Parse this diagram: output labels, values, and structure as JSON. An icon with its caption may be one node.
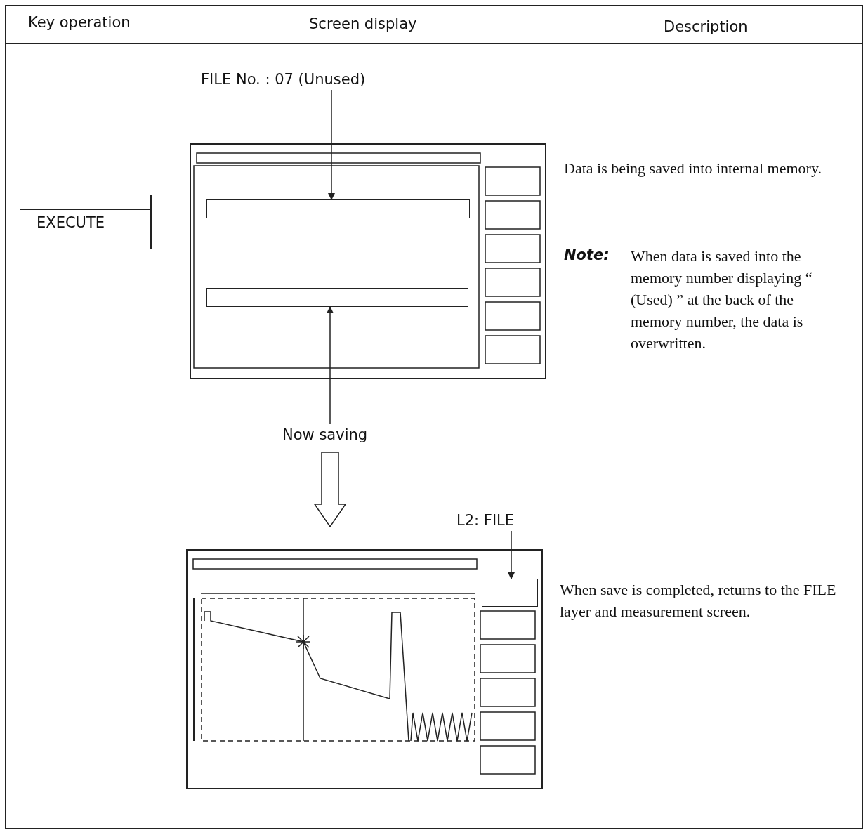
{
  "diagram": {
    "nodes": [
      {
        "text": [
          "FILE No. : 07 (Unused)"
        ]
      },
      {
        "text": [],
        "shape": "box"
      },
      {
        "text": [],
        "shape": "box",
        "in": 1
      },
      {
        "text": [],
        "shape": "box",
        "in": 1
      },
      {
        "text": [
          "Now saving"
        ]
      },
      {
        "text": [],
        "shape": "box"
      },
      {
        "text": [],
        "shape": "box",
        "in": 5
      },
      {
        "text": [
          "L2: FILE"
        ]
      },
      {
        "text": [
          "EXECUTE"
        ]
      }
    ],
    "edges": [
      {
        "from": 0,
        "to": 2,
        "arrow": "to"
      },
      {
        "from": 4,
        "to": 3,
        "arrow": "to"
      },
      {
        "from": 4,
        "to": 5,
        "arrow": "to",
        "style": "thick"
      },
      {
        "from": 7,
        "to": 6,
        "arrow": "to"
      }
    ],
    "labels": [
      "Key operation",
      "Screen display",
      "Description",
      "Data is being saved into internal memory.",
      "Note:",
      "When data is saved into the memory number displaying “ (Used) ” at the back of the memory number, the data is overwritten.",
      "When save is completed, returns to the FILE layer and measurement screen."
    ]
  }
}
